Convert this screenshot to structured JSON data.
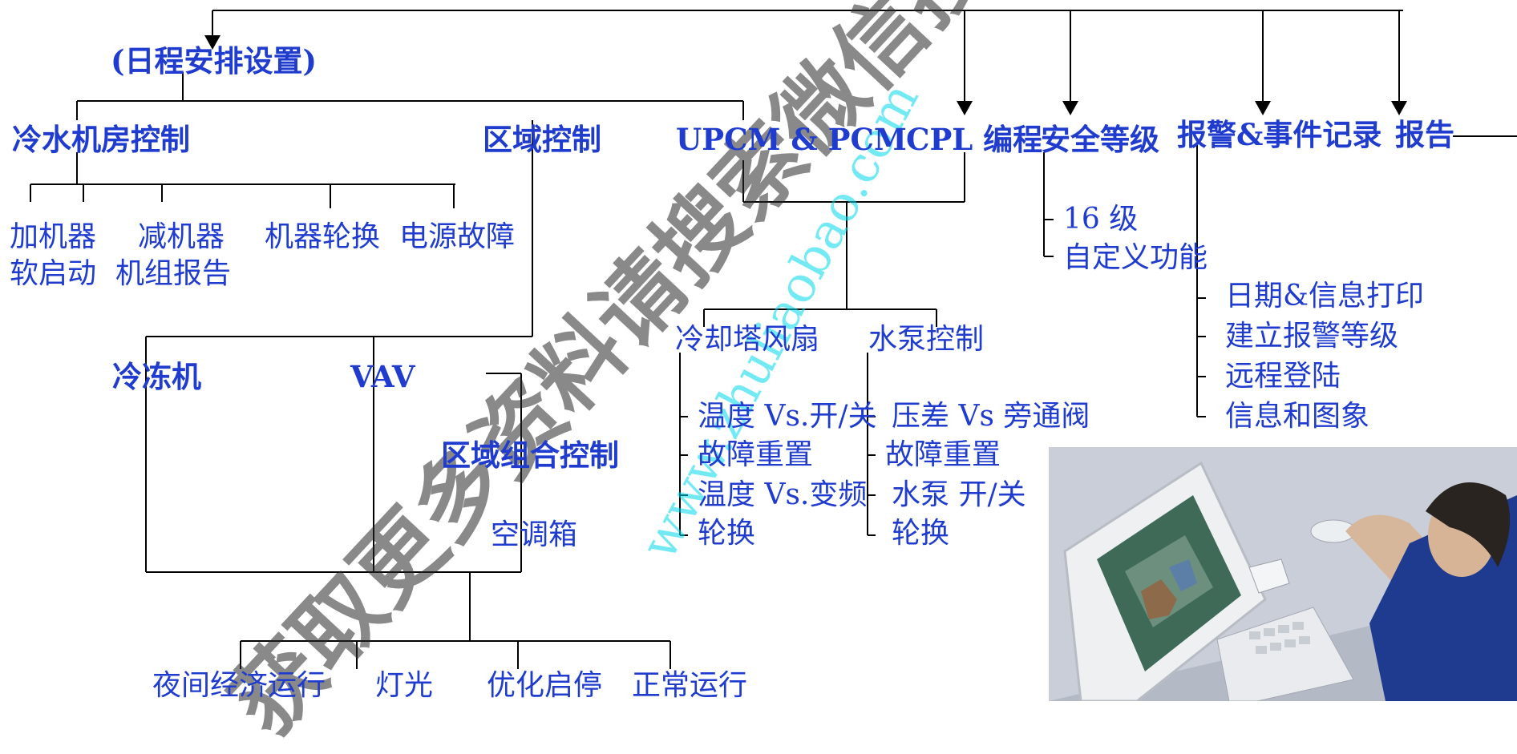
{
  "schedule_setting": "(日程安排设置)",
  "top_categories": {
    "chiller_room_control": "冷水机房控制",
    "zone_control": "区域控制",
    "upcm_pcm": "UPCM & PCM",
    "cpl_programming": "CPL 编程",
    "security_level": "安全等级",
    "alarm_event_log": "报警&事件记录",
    "report": "报告"
  },
  "chiller_room_items": [
    "加机器",
    "减机器",
    "机器轮换",
    "电源故障",
    "软启动",
    "机组报告"
  ],
  "security_items": [
    "16 级",
    "自定义功能"
  ],
  "alarm_items": [
    "日期&信息打印",
    "建立报警等级",
    "远程登陆",
    "信息和图象"
  ],
  "zone_items": {
    "chiller": "冷冻机",
    "vav": "VAV",
    "zone_group_control": "区域组合控制",
    "ahu": "空调箱"
  },
  "zone_bottom_items": [
    "夜间经济运行",
    "灯光",
    "优化启停",
    "正常运行"
  ],
  "upcm_items": {
    "cooling_tower_fan": "冷却塔风扇",
    "pump_control": "水泵控制"
  },
  "cooling_tower_items": [
    "温度 Vs.开/关",
    "故障重置",
    "温度 Vs.变频",
    "轮换"
  ],
  "pump_items": [
    "压差 Vs 旁通阀",
    "故障重置",
    "水泵 开/关",
    "轮换"
  ],
  "watermark": {
    "main": "获取更多资料请搜索微信搜索蓝色",
    "url": "www.zhuliaobao.com"
  }
}
